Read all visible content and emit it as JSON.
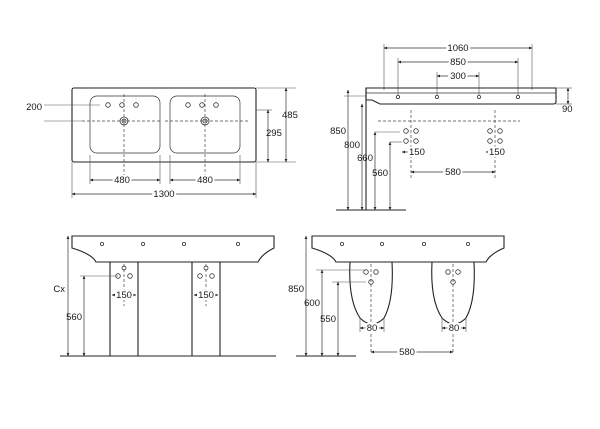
{
  "plan_view": {
    "dims": {
      "overall_width": "1300",
      "basin_left_width": "480",
      "basin_right_width": "480",
      "tap_offset": "200",
      "overall_depth": "485",
      "bowl_depth": "295"
    }
  },
  "side_view": {
    "dims": {
      "top_width": "1060",
      "mid_width": "850",
      "inner_width": "300",
      "thickness": "90",
      "height_top": "850",
      "height_rim": "800",
      "height_waste": "660",
      "height_trap": "560",
      "trap_spacing_left": "150",
      "trap_spacing_right": "150",
      "trap_centers": "580"
    }
  },
  "front_view_pedestal": {
    "dims": {
      "cx_label": "Cx",
      "height": "560",
      "pipe_spacing_left": "150",
      "pipe_spacing_right": "150"
    }
  },
  "front_view_semi_pedestal": {
    "dims": {
      "height_top": "850",
      "height_mid": "600",
      "height_low": "550",
      "trap_width_left": "80",
      "trap_width_right": "80",
      "trap_centers": "580"
    }
  }
}
